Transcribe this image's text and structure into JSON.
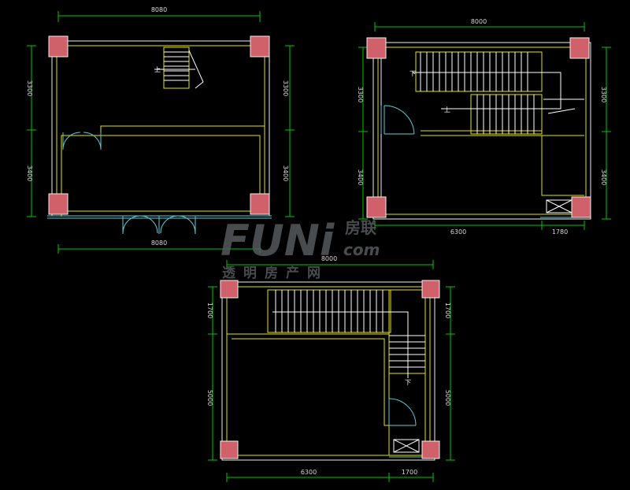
{
  "colors": {
    "background": "#000000",
    "wall_white": "#f0f0f0",
    "wall_yellow": "#e6e600",
    "dimension_green": "#00c800",
    "column_fill": "#d0606a",
    "door_cyan": "#5ccbd8",
    "stair_white": "#ffffff",
    "watermark_gray": "#555a5c"
  },
  "watermark": {
    "brand": "FUNi",
    "domain": "com",
    "cn_brand": "房联",
    "cn_tagline": "透明房产网"
  },
  "plans": {
    "left": {
      "dims": {
        "top": "8080",
        "bottom": "8080",
        "left_upper": "3300",
        "left_lower": "3400",
        "right_upper": "3300",
        "right_lower": "3400"
      },
      "stair_label": "上"
    },
    "right": {
      "dims": {
        "top": "8000",
        "left_upper": "3300",
        "left_lower": "3400",
        "right_upper": "3300",
        "right_lower": "3400",
        "bottom_left": "6300",
        "bottom_right": "1780"
      },
      "stair_labels": [
        "下",
        "上"
      ]
    },
    "bottom": {
      "dims": {
        "top": "8000",
        "left_upper": "1700",
        "left_lower": "5000",
        "right_upper": "1700",
        "right_lower": "5000",
        "bottom_left": "6300",
        "bottom_right": "1700"
      },
      "stair_label": "下"
    }
  }
}
